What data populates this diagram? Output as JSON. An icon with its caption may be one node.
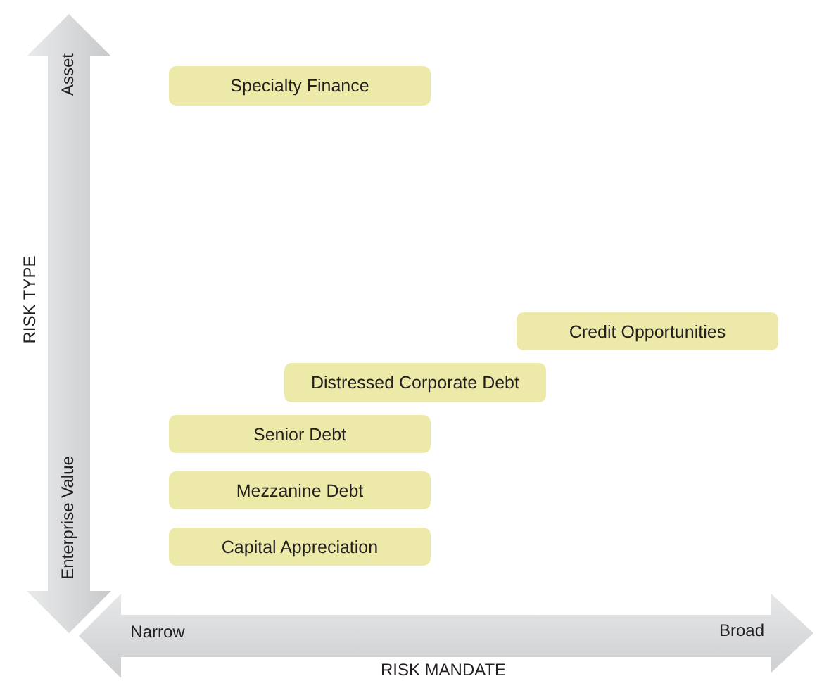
{
  "diagram": {
    "nodes": [
      {
        "text": [
          "Specialty Finance"
        ]
      },
      {
        "text": [
          "Credit Opportunities"
        ]
      },
      {
        "text": [
          "Distressed Corporate Debt"
        ]
      },
      {
        "text": [
          "Senior Debt"
        ]
      },
      {
        "text": [
          "Mezzanine Debt"
        ]
      },
      {
        "text": [
          "Capital Appreciation"
        ]
      }
    ],
    "labels": [
      "Asset",
      "RISK TYPE",
      "Enterprise Value",
      "Narrow",
      "Broad",
      "RISK MANDATE"
    ]
  }
}
